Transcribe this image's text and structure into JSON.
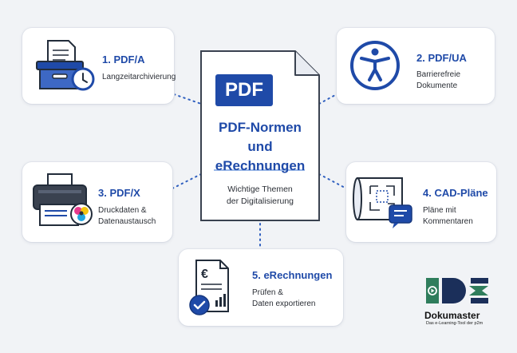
{
  "center": {
    "badge": "PDF",
    "title_line1": "PDF-Normen",
    "title_line2": "und eRechnungen",
    "subtitle_line1": "Wichtige Themen",
    "subtitle_line2": "der Digitalisierung"
  },
  "nodes": [
    {
      "title": "1. PDF/A",
      "lines": [
        "Langzeitarchivierung"
      ],
      "icon": "archive-box-clock-icon"
    },
    {
      "title": "2. PDF/UA",
      "lines": [
        "Barrierefreie",
        "Dokumente"
      ],
      "icon": "accessibility-icon"
    },
    {
      "title": "3. PDF/X",
      "lines": [
        "Druckdaten &",
        "Datenaustausch"
      ],
      "icon": "printer-cmyk-icon"
    },
    {
      "title": "4. CAD-Pläne",
      "lines": [
        "Pläne mit",
        "Kommentaren"
      ],
      "icon": "blueprint-comment-icon"
    },
    {
      "title": "5. eRechnungen",
      "lines": [
        "Prüfen &",
        "Daten exportieren"
      ],
      "icon": "euro-invoice-check-icon"
    }
  ],
  "logo": {
    "name": "Dokumaster",
    "tagline": "Das e-Learning-Tool der p2m"
  },
  "colors": {
    "accent": "#1f4aa8",
    "background": "#f1f3f6",
    "logo_green": "#2f7d5c",
    "logo_navy": "#1b2f5a"
  }
}
